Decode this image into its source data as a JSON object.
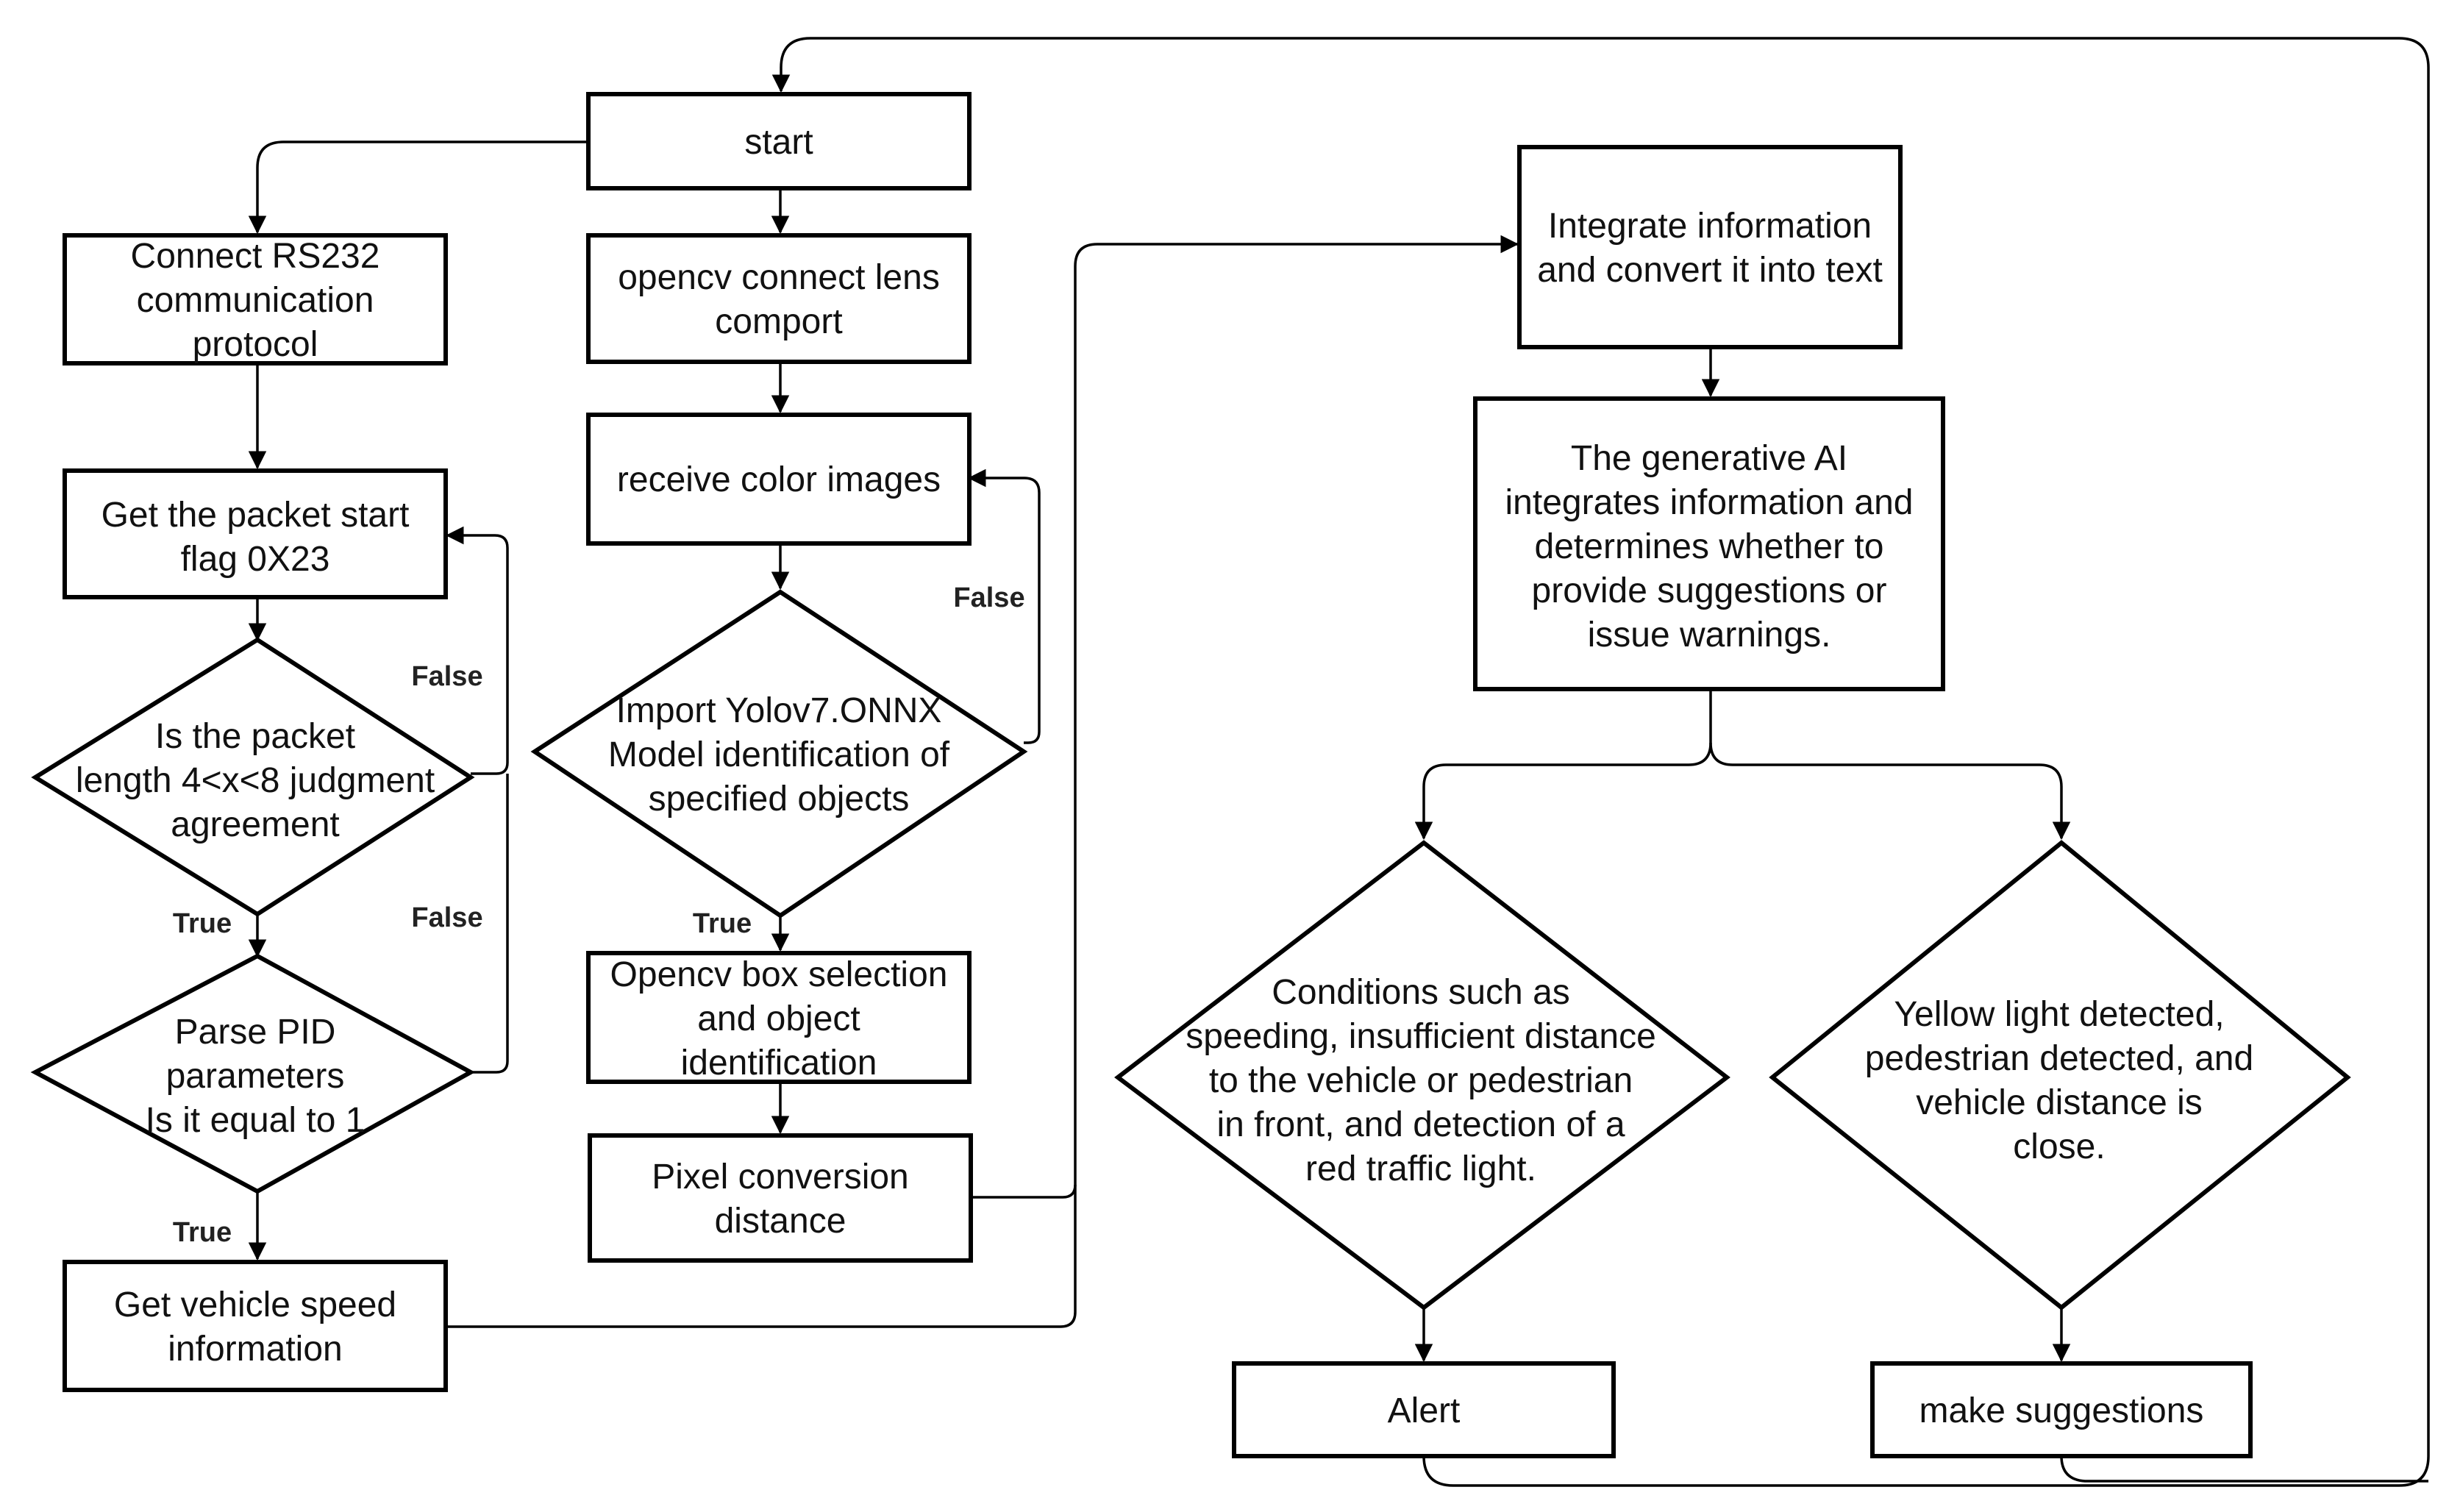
{
  "nodes": {
    "start": {
      "lines": [
        "start"
      ]
    },
    "rs232": {
      "lines": [
        "Connect RS232",
        "communication",
        "protocol"
      ]
    },
    "opencv_lens": {
      "lines": [
        "opencv connect lens",
        "comport"
      ]
    },
    "receive_images": {
      "lines": [
        "receive color images"
      ]
    },
    "packet_start": {
      "lines": [
        "Get the packet start",
        "flag 0X23"
      ]
    },
    "packet_length": {
      "lines": [
        "Is the packet",
        "length 4<x<8 judgment",
        "agreement"
      ]
    },
    "yolo": {
      "lines": [
        "Import Yolov7.ONNX",
        "Model identification of",
        "specified objects"
      ]
    },
    "parse_pid": {
      "lines": [
        "Parse PID",
        "parameters",
        "Is it equal to 1"
      ]
    },
    "box_selection": {
      "lines": [
        "Opencv box selection",
        "and object",
        "identification"
      ]
    },
    "pixel_distance": {
      "lines": [
        "Pixel conversion",
        "distance"
      ]
    },
    "vehicle_speed": {
      "lines": [
        "Get vehicle speed",
        "information"
      ]
    },
    "integrate": {
      "lines": [
        "Integrate information",
        "and convert it into text"
      ]
    },
    "generative_ai": {
      "lines": [
        "The generative AI",
        "integrates information and",
        "determines whether to",
        "provide suggestions or",
        "issue warnings."
      ]
    },
    "conditions": {
      "lines": [
        "Conditions such as",
        "speeding, insufficient distance",
        "to the vehicle or pedestrian",
        "in front, and detection of a",
        "red traffic light."
      ]
    },
    "yellow": {
      "lines": [
        "Yellow light detected,",
        "pedestrian detected, and",
        "vehicle distance is",
        "close."
      ]
    },
    "alert": {
      "lines": [
        "Alert"
      ]
    },
    "suggestions": {
      "lines": [
        "make suggestions"
      ]
    }
  },
  "edge_labels": {
    "length_false": "False",
    "pid_false": "False",
    "length_true": "True",
    "pid_true": "True",
    "yolo_false": "False",
    "yolo_true": "True"
  }
}
